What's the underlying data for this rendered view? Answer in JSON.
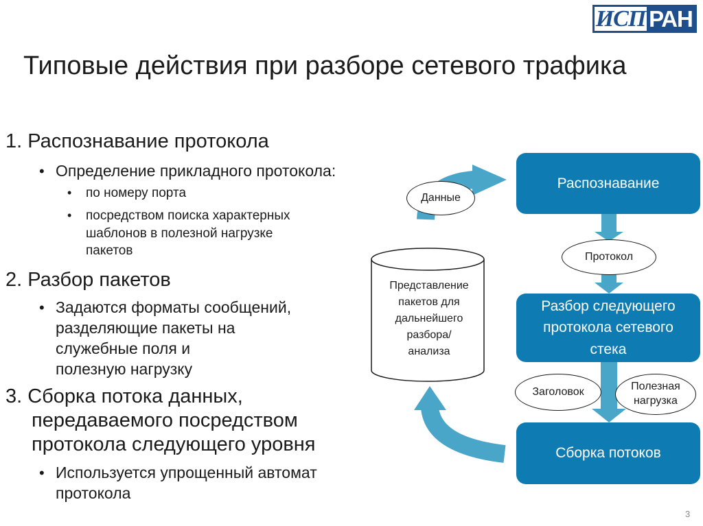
{
  "logo": {
    "part1": "ИСП",
    "part2": "РАН",
    "colors": {
      "brand": "#1f4e8c"
    }
  },
  "title": "Типовые действия при разборе сетевого трафика",
  "list": {
    "item1": "1. Распознавание протокола",
    "item1_sub1": "Определение прикладного протокола:",
    "item1_sub1_a": "по номеру порта",
    "item1_sub1_b_line1": "посредством поиска характерных",
    "item1_sub1_b_line2": "шаблонов в полезной нагрузке",
    "item1_sub1_b_line3": "пакетов",
    "item2": "2. Разбор пакетов",
    "item2_sub1_line1": "Задаются форматы сообщений,",
    "item2_sub1_line2": "разделяющие пакеты на",
    "item2_sub1_line3": "служебные поля и",
    "item2_sub1_line4": "полезную нагрузку",
    "item3_line1": "3. Сборка потока данных,",
    "item3_line2": "передаваемого посредством",
    "item3_line3": "протокола следующего уровня",
    "item3_sub1_line1": "Используется упрощенный автомат",
    "item3_sub1_line2": "протокола",
    "bullet": "•"
  },
  "diagram": {
    "box_recognition": "Распознавание",
    "box_parse_line1": "Разбор следующего",
    "box_parse_line2": "протокола сетевого",
    "box_parse_line3": "стека",
    "box_assembly": "Сборка потоков",
    "oval_data": "Данные",
    "oval_protocol": "Протокол",
    "oval_header": "Заголовок",
    "oval_payload_line1": "Полезная",
    "oval_payload_line2": "нагрузка",
    "store_line1": "Представление",
    "store_line2": "пакетов для",
    "store_line3": "дальнейшего",
    "store_line4": "разбора/",
    "store_line5": "анализа",
    "colors": {
      "box": "#0e7cb2",
      "arrow": "#4aa6c9"
    }
  },
  "page_number": "3"
}
